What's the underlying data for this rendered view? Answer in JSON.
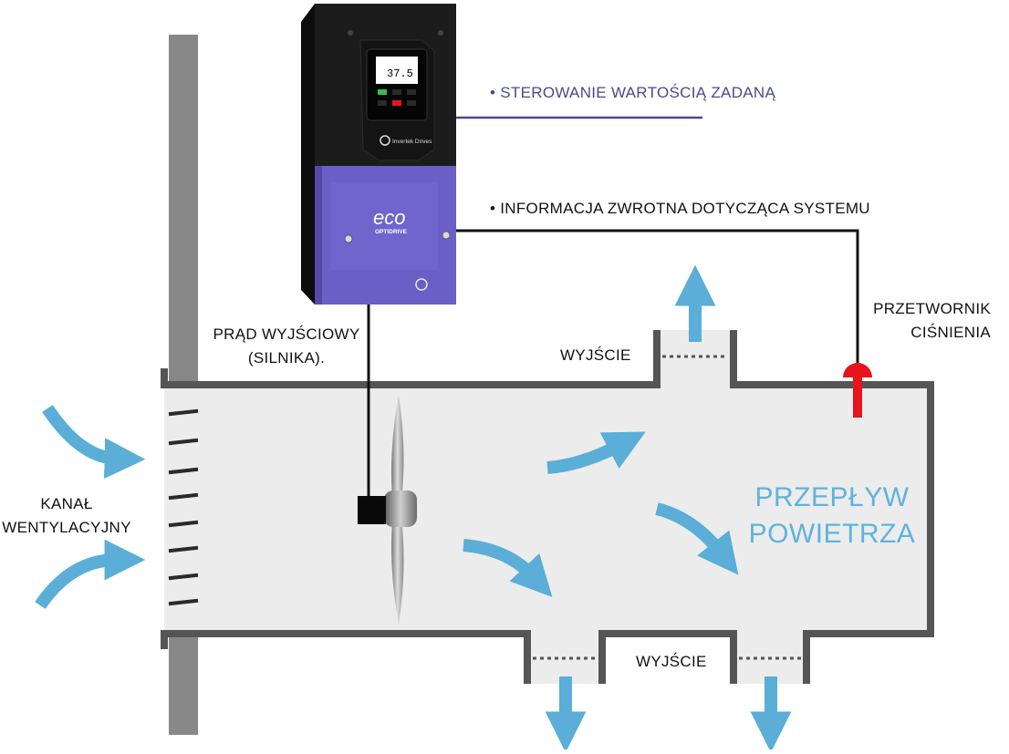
{
  "labels": {
    "setpoint": "• STEROWANIE WARTOŚCIĄ ZADANĄ",
    "feedback": "• INFORMACJA ZWROTNA DOTYCZĄCA SYSTEMU",
    "output_current_1": "PRĄD WYJŚCIOWY",
    "output_current_2": "(SILNIKA).",
    "outlet_top": "WYJŚCIE",
    "outlet_bottom": "WYJŚCIE",
    "transducer_1": "PRZETWORNIK",
    "transducer_2": "CIŚNIENIA",
    "duct_1": "KANAŁ",
    "duct_2": "WENTYLACYJNY",
    "airflow_1": "PRZEPŁYW",
    "airflow_2": "POWIETRZA"
  },
  "drive": {
    "display_value": "37.5",
    "brand_logo": "eco",
    "brand_sub": "OPTIDRIVE",
    "maker": "Invertek Drives"
  },
  "colors": {
    "duct_fill": "#ececec",
    "duct_wall": "#555555",
    "post": "#888888",
    "arrow": "#5aaed8",
    "drive_body": "#1c1c1c",
    "drive_lower": "#6a5fc6",
    "sensor": "#e8141c",
    "setpoint_line": "#4a4a8a",
    "label_accent": "#4a4a8a",
    "airflow_text": "#5fb3dc"
  }
}
